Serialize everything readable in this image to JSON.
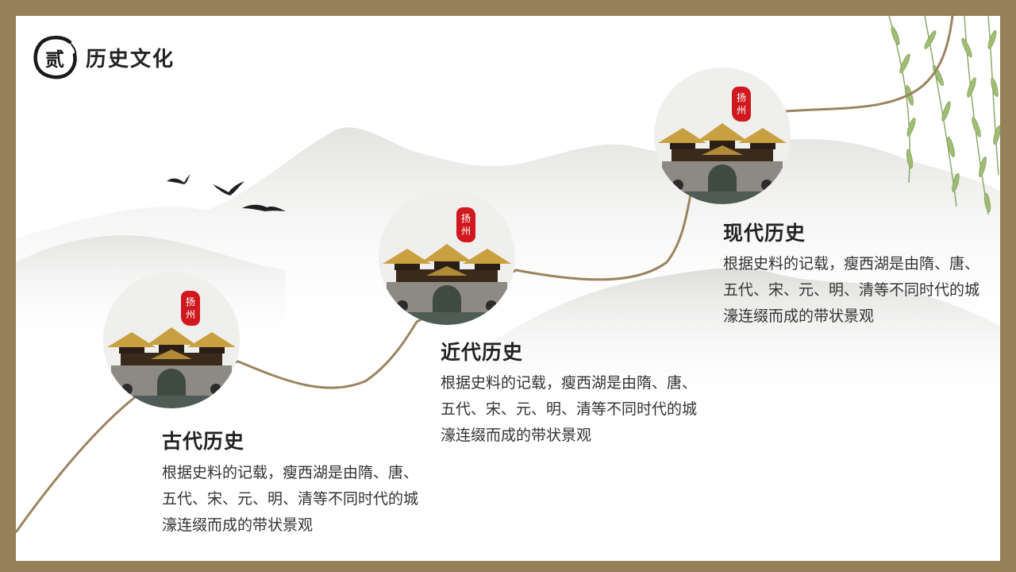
{
  "header": {
    "badge_char": "贰",
    "title": "历史文化"
  },
  "colors": {
    "frame": "#95805a",
    "curve": "#9a8560",
    "seal": "#d0191e",
    "text": "#333333",
    "title": "#222222"
  },
  "items": [
    {
      "seal_chars": [
        "扬",
        "州"
      ],
      "title": "古代历史",
      "body": "根据史料的记载，瘦西湖是由隋、唐、五代、宋、元、明、清等不同时代的城濠连缀而成的带状景观"
    },
    {
      "seal_chars": [
        "扬",
        "州"
      ],
      "title": "近代历史",
      "body": "根据史料的记载，瘦西湖是由隋、唐、五代、宋、元、明、清等不同时代的城濠连缀而成的带状景观"
    },
    {
      "seal_chars": [
        "扬",
        "州"
      ],
      "title": "现代历史",
      "body": "根据史料的记载，瘦西湖是由隋、唐、五代、宋、元、明、清等不同时代的城濠连缀而成的带状景观"
    }
  ],
  "icons": [
    "ink-circle-icon",
    "bird-icon",
    "willow-branch-icon",
    "pavilion-bridge-icon",
    "seal-stamp-icon"
  ]
}
